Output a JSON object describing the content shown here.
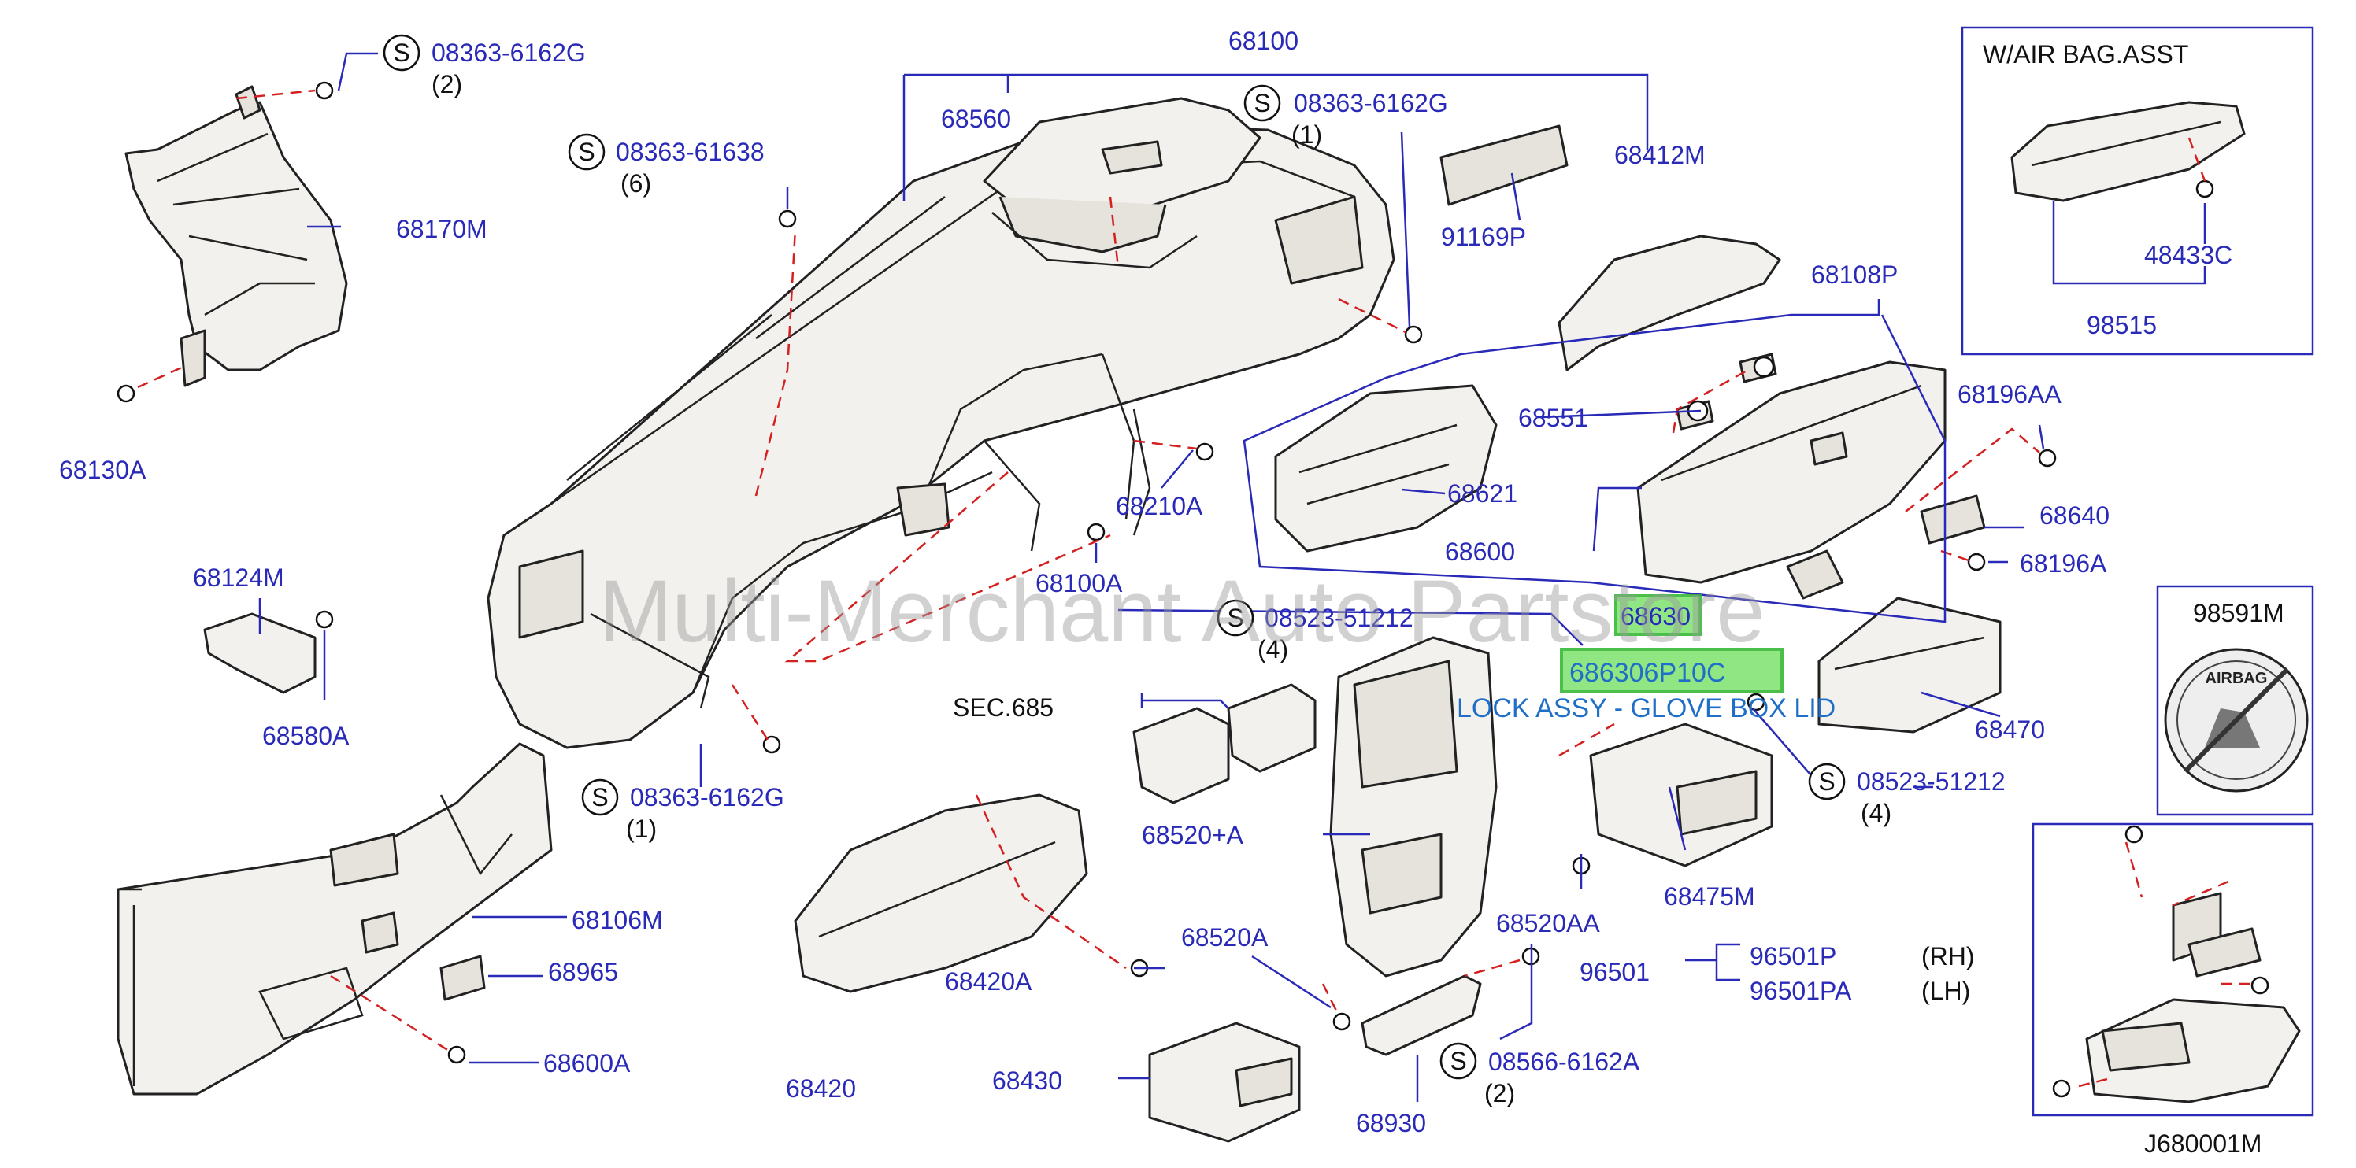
{
  "labels": {
    "p68100": "68100",
    "p68560": "68560",
    "s08363_6162G_top": "08363-6162G",
    "qty_2_top": "(2)",
    "s08363_61638": "08363-61638",
    "qty_6": "(6)",
    "s08363_6162G_mid": "08363-6162G",
    "qty_1_mid": "(1)",
    "p68170M": "68170M",
    "p68130A": "68130A",
    "p68412M": "68412M",
    "p91169P": "91169P",
    "p68108P": "68108P",
    "p68551": "68551",
    "p68621": "68621",
    "p68600": "68600",
    "p68196AA": "68196AA",
    "p68640": "68640",
    "p68196A": "68196A",
    "p68630": "68630",
    "p686306P10C": "686306P10C",
    "lock_desc": "LOCK ASSY - GLOVE BOX LID",
    "p68210A": "68210A",
    "p68100A": "68100A",
    "p68124M": "68124M",
    "p68580A": "68580A",
    "s08523_51212_left": "08523-51212",
    "qty_4_left": "(4)",
    "sec685": "SEC.685",
    "s08363_6162G_bot": "08363-6162G",
    "qty_1_bot": "(1)",
    "p68106M": "68106M",
    "p68965": "68965",
    "p68600A": "68600A",
    "p68520plusA": "68520+A",
    "p68420A": "68420A",
    "p68420": "68420",
    "p68430": "68430",
    "p68520A": "68520A",
    "p68930": "68930",
    "p68520AA": "68520AA",
    "p68475M": "68475M",
    "p96501": "96501",
    "p96501P": "96501P",
    "p96501PA": "96501PA",
    "rh": "(RH)",
    "lh": "(LH)",
    "s08566_6162A": "08566-6162A",
    "qty_2_bot": "(2)",
    "p68470": "68470",
    "s08523_51212_right": "08523-51212",
    "qty_4_right": "(4)",
    "airbag_title": "W/AIR   BAG.ASST",
    "p48433C": "48433C",
    "p98515": "98515",
    "p98591M": "98591M",
    "airbag_emblem": "AIRBAG",
    "diagram_code": "J680001M",
    "s_mark": "S"
  },
  "watermark": "Multi-Merchant Auto Partstore",
  "colors": {
    "label": "#2a2ab8",
    "dash": "#d42020",
    "highlight": "#7ee26f",
    "highlight_text": "#1f6fc8"
  }
}
